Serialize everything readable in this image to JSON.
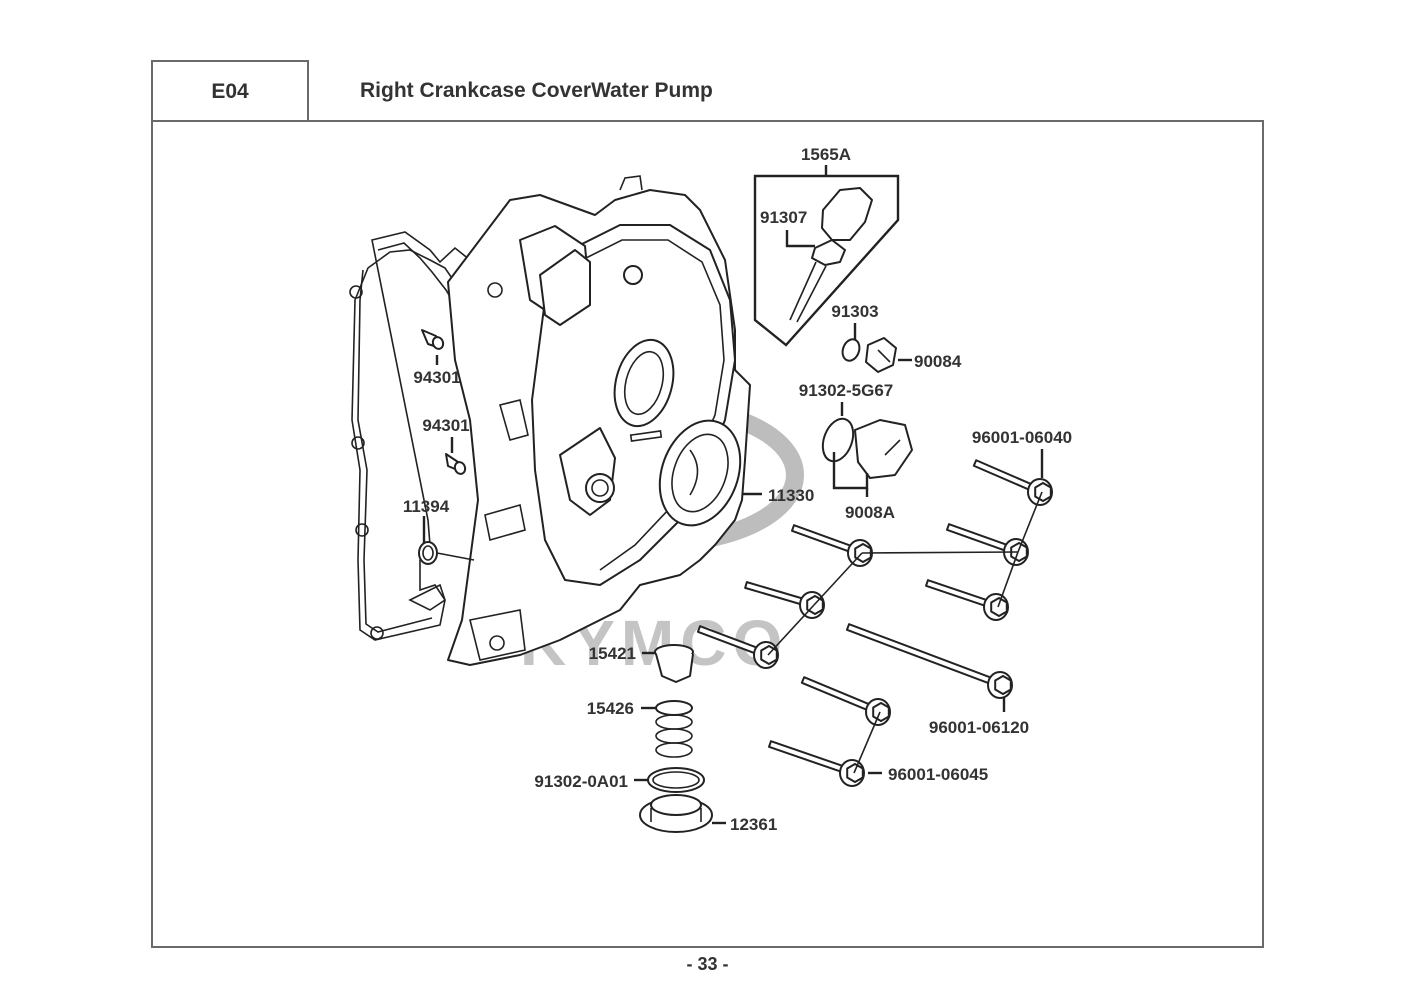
{
  "header": {
    "section_code": "E04",
    "title": "Right Crankcase CoverWater Pump"
  },
  "watermark": {
    "brand": "KYMCO"
  },
  "parts": [
    {
      "id": "kit",
      "label": "1565A"
    },
    {
      "id": "dipstick-oring",
      "label": "91307"
    },
    {
      "id": "small-oring",
      "label": "91303"
    },
    {
      "id": "small-plug",
      "label": "90084"
    },
    {
      "id": "large-oring",
      "label": "91302-5G67"
    },
    {
      "id": "large-plug-kit",
      "label": "9008A"
    },
    {
      "id": "dowel-pin-1",
      "label": "94301"
    },
    {
      "id": "dowel-pin-2",
      "label": "94301"
    },
    {
      "id": "gasket-oring",
      "label": "11394"
    },
    {
      "id": "cover",
      "label": "11330"
    },
    {
      "id": "bolt-group-a",
      "label": "96001-06040"
    },
    {
      "id": "bolt-long",
      "label": "96001-06120"
    },
    {
      "id": "bolt-group-b",
      "label": "96001-06045"
    },
    {
      "id": "strainer",
      "label": "15421"
    },
    {
      "id": "spring",
      "label": "15426"
    },
    {
      "id": "drain-oring",
      "label": "91302-0A01"
    },
    {
      "id": "drain-plug",
      "label": "12361"
    }
  ],
  "footer": {
    "page": "- 33 -"
  }
}
